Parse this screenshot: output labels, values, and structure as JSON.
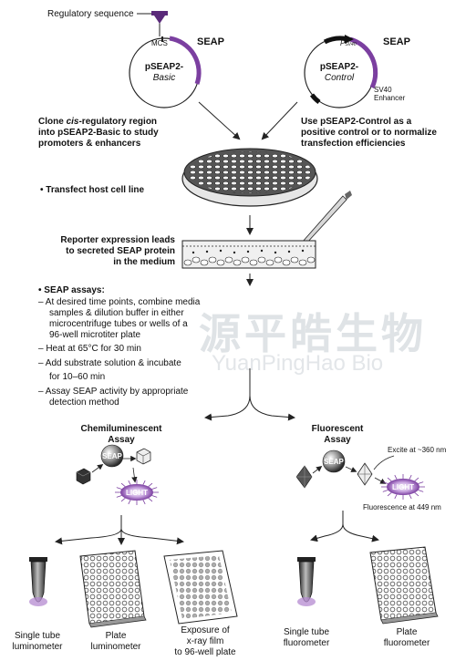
{
  "top": {
    "regulatory_label": "Regulatory sequence",
    "basic_plasmid": {
      "mcs": "MCS",
      "gene": "SEAP",
      "name": "pSEAP2-",
      "variant": "Basic"
    },
    "control_plasmid": {
      "promoter_base": "P",
      "promoter_sub": "SV40",
      "gene": "SEAP",
      "name": "pSEAP2-",
      "variant": "Control",
      "enhancer_line1": "SV40",
      "enhancer_line2": "Enhancer"
    },
    "clone_text": {
      "l1a": "Clone ",
      "l1b": "cis",
      "l1c": "-regulatory region",
      "l2": "into pSEAP2-Basic to study",
      "l3": "promoters & enhancers"
    },
    "control_text": {
      "l1": "Use pSEAP2-Control as a",
      "l2": "positive control or to normalize",
      "l3": "transfection efficiencies"
    }
  },
  "steps": {
    "transfect": "• Transfect host cell line",
    "reporter": {
      "l1": "Reporter expression leads",
      "l2": "to secreted SEAP protein",
      "l3": "in the medium"
    }
  },
  "assays": {
    "title": "• SEAP assays:",
    "item1": {
      "l1": "– At desired time points, combine media",
      "l2": "samples & dilution buffer in either",
      "l3": "microcentrifuge tubes or wells of a",
      "l4": "96-well microtiter plate"
    },
    "item2": "– Heat at 65°C for 30 min",
    "item3": {
      "l1": "– Add substrate solution & incubate",
      "l2": "for 10–60 min"
    },
    "item4": {
      "l1": "– Assay SEAP activity by appropriate",
      "l2": "detection method"
    }
  },
  "chemi": {
    "title_l1": "Chemiluminescent",
    "title_l2": "Assay",
    "seap": "SEAP",
    "light": "LIGHT",
    "outputs": {
      "tube": {
        "l1": "Single tube",
        "l2": "luminometer"
      },
      "plate": {
        "l1": "Plate",
        "l2": "luminometer"
      },
      "film": {
        "l1": "Exposure of",
        "l2": "x-ray film",
        "l3": "to 96-well plate"
      }
    }
  },
  "fluor": {
    "title_l1": "Fluorescent",
    "title_l2": "Assay",
    "seap": "SEAP",
    "light": "LIGHT",
    "excite": "Excite at ~360 nm",
    "emission": "Fluorescence at 449 nm",
    "outputs": {
      "tube": {
        "l1": "Single tube",
        "l2": "fluorometer"
      },
      "plate": {
        "l1": "Plate",
        "l2": "fluorometer"
      }
    }
  },
  "watermark": {
    "cn": "源平皓生物",
    "en": "YuanPingHao Bio"
  },
  "colors": {
    "accent_purple": "#7b3fa0",
    "glow": "#b48ad0",
    "line": "#222222"
  }
}
